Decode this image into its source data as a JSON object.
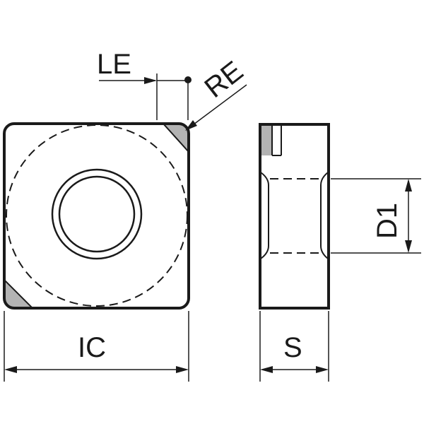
{
  "labels": {
    "le": "LE",
    "re": "RE",
    "ic": "IC",
    "s": "S",
    "d1": "D1"
  },
  "colors": {
    "outline": "#1a1a1a",
    "corner_fill": "#b3b3b3",
    "background": "#ffffff"
  }
}
